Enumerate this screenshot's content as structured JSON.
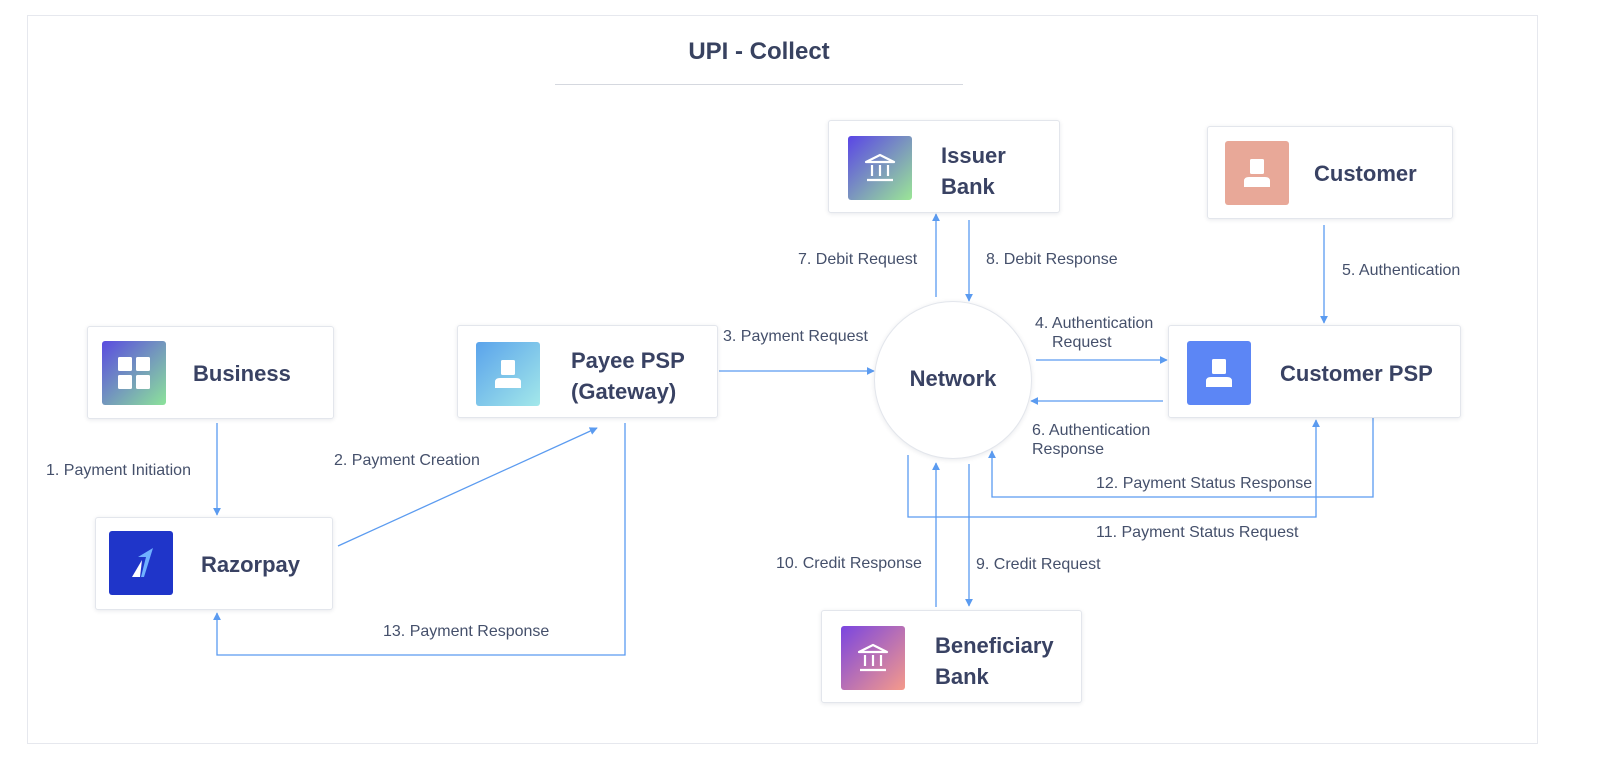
{
  "title": "UPI - Collect",
  "colors": {
    "arrow": "#5b9bf0",
    "text": "#394263",
    "border": "#e3e6ec",
    "business_icon": [
      "#5a4be0",
      "#8ce39a"
    ],
    "razorpay_icon": "#1f35c9",
    "payee_icon": [
      "#5aa3eb",
      "#a3e8ea"
    ],
    "issuer_icon": [
      "#5a45e6",
      "#9be696"
    ],
    "customer_icon": "#e8a898",
    "customer_psp_icon": "#5c86f5",
    "beneficiary_icon": [
      "#7a45e0",
      "#f59a8a"
    ]
  },
  "nodes": {
    "business": {
      "label": "Business",
      "icon": "grid-icon"
    },
    "razorpay": {
      "label": "Razorpay",
      "icon": "razorpay-logo-icon"
    },
    "payee_psp": {
      "label": "Payee PSP\n(Gateway)",
      "icon": "user-icon"
    },
    "network": {
      "label": "Network"
    },
    "issuer_bank": {
      "label": "Issuer\nBank",
      "icon": "bank-icon"
    },
    "customer": {
      "label": "Customer",
      "icon": "user-icon"
    },
    "customer_psp": {
      "label": "Customer PSP",
      "icon": "user-icon"
    },
    "beneficiary_bank": {
      "label": "Beneficiary\nBank",
      "icon": "bank-icon"
    }
  },
  "steps": {
    "s1": "1. Payment Initiation",
    "s2": "2. Payment Creation",
    "s3": "3. Payment Request",
    "s4a": "4. Authentication",
    "s4b": "Request",
    "s5": "5. Authentication",
    "s6a": "6. Authentication",
    "s6b": "Response",
    "s7": "7. Debit Request",
    "s8": "8. Debit Response",
    "s9": "9. Credit Request",
    "s10": "10. Credit Response",
    "s11": "11. Payment Status Request",
    "s12": "12. Payment Status Response",
    "s13": "13. Payment Response"
  }
}
